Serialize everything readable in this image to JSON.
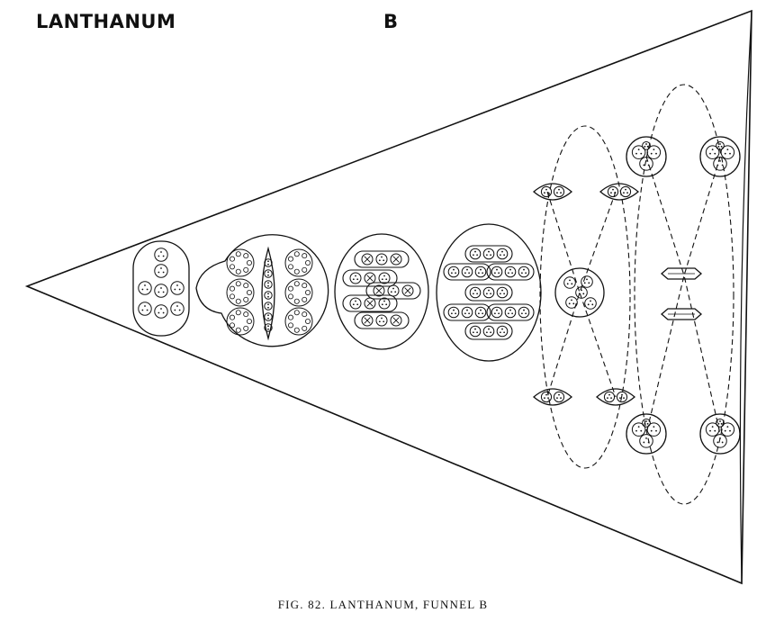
{
  "heading": {
    "element": "LANTHANUM",
    "label": "B"
  },
  "caption": "FIG. 82. LANTHANUM, FUNNEL B",
  "colors": {
    "ink": "#111111",
    "paper": "#ffffff"
  }
}
